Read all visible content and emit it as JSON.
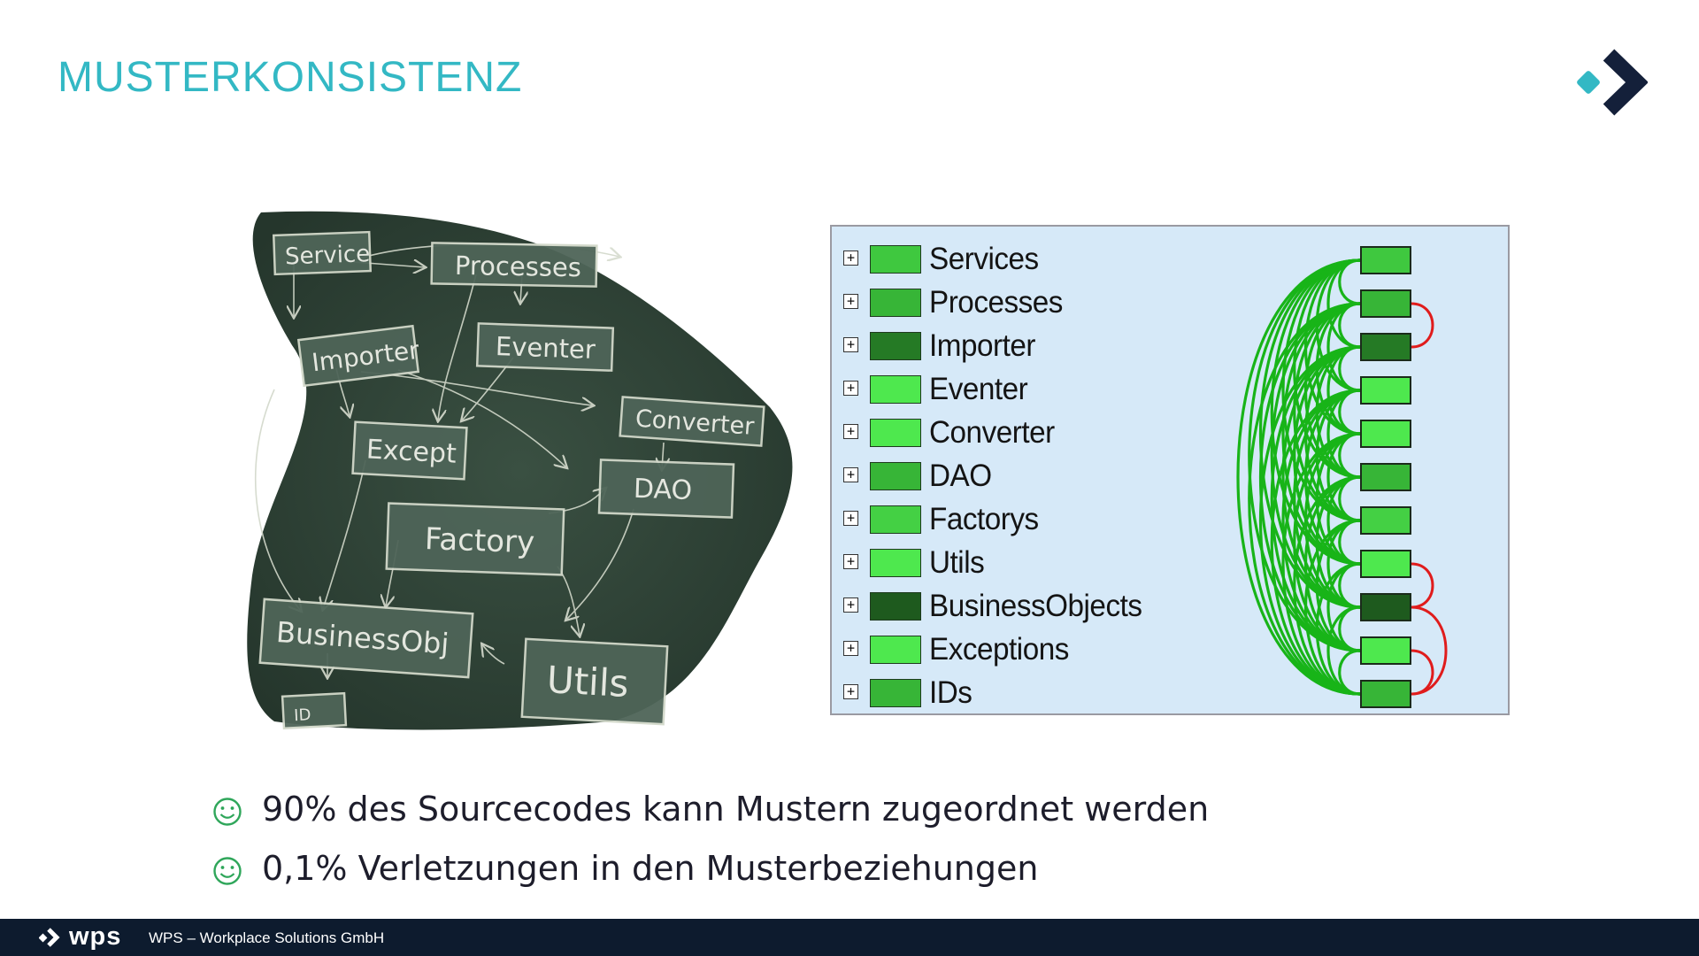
{
  "slide": {
    "title": "MUSTERKONSISTENZ"
  },
  "colors": {
    "accent": "#33b8c4",
    "navy": "#14203a",
    "chalkboard": "#2f4337",
    "dsm_background": "#d6e9f8",
    "dependency_ok": "#18b418",
    "dependency_violation": "#e01c1c",
    "footer": "#0d1b2e"
  },
  "icons": {
    "logo": "wps-chevron-logo-icon",
    "bullet": "smiley-icon",
    "expander": "plus-box-icon"
  },
  "chalkboard": {
    "boxes": [
      "Service",
      "Processes",
      "Importer",
      "Eventer",
      "Converter",
      "Except",
      "DAO",
      "Factory",
      "BusinessObj",
      "Utils",
      "ID"
    ],
    "small_box": "ID"
  },
  "dsm": {
    "rows": [
      {
        "label": "Services",
        "color": "#3fc83f"
      },
      {
        "label": "Processes",
        "color": "#37b537"
      },
      {
        "label": "Importer",
        "color": "#257a25"
      },
      {
        "label": "Eventer",
        "color": "#4ee84e"
      },
      {
        "label": "Converter",
        "color": "#4ee84e"
      },
      {
        "label": "DAO",
        "color": "#37b537"
      },
      {
        "label": "Factorys",
        "color": "#44d044"
      },
      {
        "label": "Utils",
        "color": "#4ee84e"
      },
      {
        "label": "BusinessObjects",
        "color": "#1e5a1e"
      },
      {
        "label": "Exceptions",
        "color": "#4ee84e"
      },
      {
        "label": "IDs",
        "color": "#37b537"
      }
    ],
    "violations": [
      [
        1,
        2
      ],
      [
        7,
        8
      ],
      [
        8,
        10
      ],
      [
        9,
        10
      ]
    ]
  },
  "bullets": [
    "90% des Sourcecodes kann Mustern zugeordnet werden",
    "0,1% Verletzungen in den Musterbeziehungen"
  ],
  "footer": {
    "brand": "wps",
    "text": "WPS – Workplace Solutions GmbH"
  }
}
